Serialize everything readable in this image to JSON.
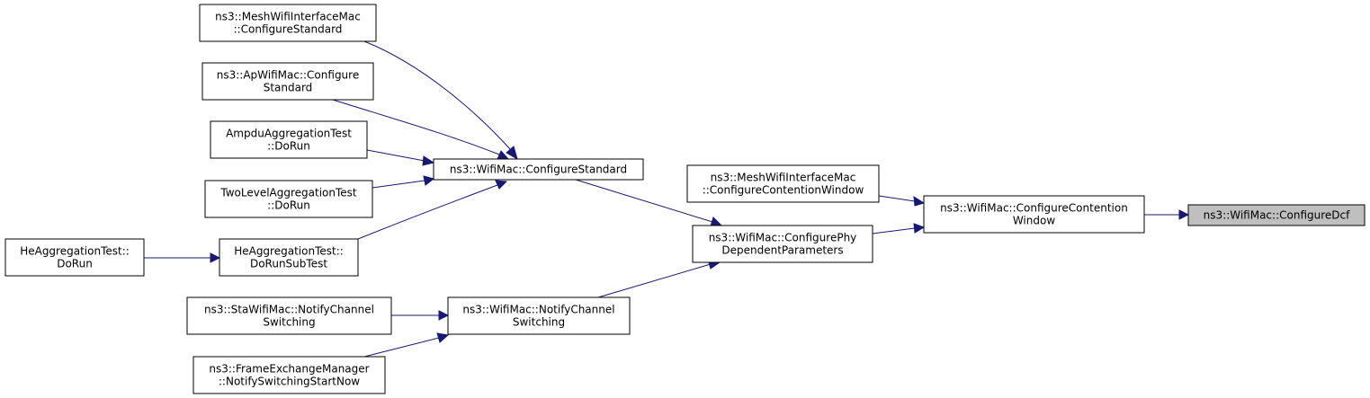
{
  "diagram": {
    "type": "call-graph",
    "colors": {
      "edge": "#191970",
      "node_border": "#000000",
      "node_fill": "#ffffff",
      "root_fill": "#bfbfbf"
    },
    "nodes": [
      {
        "id": "configure-dcf",
        "lines": [
          "ns3::WifiMac::ConfigureDcf"
        ],
        "root": true
      },
      {
        "id": "configure-contention-window",
        "lines": [
          "ns3::WifiMac::ConfigureContention",
          "Window"
        ]
      },
      {
        "id": "mesh-configure-contention-window",
        "lines": [
          "ns3::MeshWifiInterfaceMac",
          "::ConfigureContentionWindow"
        ]
      },
      {
        "id": "configure-phy-dependent-parameters",
        "lines": [
          "ns3::WifiMac::ConfigurePhy",
          "DependentParameters"
        ]
      },
      {
        "id": "configure-standard",
        "lines": [
          "ns3::WifiMac::ConfigureStandard"
        ]
      },
      {
        "id": "notify-channel-switching",
        "lines": [
          "ns3::WifiMac::NotifyChannel",
          "Switching"
        ]
      },
      {
        "id": "mesh-configure-standard",
        "lines": [
          "ns3::MeshWifiInterfaceMac",
          "::ConfigureStandard"
        ]
      },
      {
        "id": "ap-configure-standard",
        "lines": [
          "ns3::ApWifiMac::Configure",
          "Standard"
        ]
      },
      {
        "id": "ampdu-aggregation-test-dorun",
        "lines": [
          "AmpduAggregationTest",
          "::DoRun"
        ]
      },
      {
        "id": "two-level-aggregation-test-dorun",
        "lines": [
          "TwoLevelAggregationTest",
          "::DoRun"
        ]
      },
      {
        "id": "he-aggregation-test-dorunsubtest",
        "lines": [
          "HeAggregationTest::",
          "DoRunSubTest"
        ]
      },
      {
        "id": "he-aggregation-test-dorun",
        "lines": [
          "HeAggregationTest::",
          "DoRun"
        ]
      },
      {
        "id": "sta-notify-channel-switching",
        "lines": [
          "ns3::StaWifiMac::NotifyChannel",
          "Switching"
        ]
      },
      {
        "id": "frame-exchange-manager-notify-switching",
        "lines": [
          "ns3::FrameExchangeManager",
          "::NotifySwitchingStartNow"
        ]
      }
    ],
    "edges": [
      {
        "from": "configure-contention-window",
        "to": "configure-dcf"
      },
      {
        "from": "mesh-configure-contention-window",
        "to": "configure-contention-window"
      },
      {
        "from": "configure-phy-dependent-parameters",
        "to": "configure-contention-window"
      },
      {
        "from": "configure-standard",
        "to": "configure-phy-dependent-parameters"
      },
      {
        "from": "notify-channel-switching",
        "to": "configure-phy-dependent-parameters"
      },
      {
        "from": "mesh-configure-standard",
        "to": "configure-standard"
      },
      {
        "from": "ap-configure-standard",
        "to": "configure-standard"
      },
      {
        "from": "ampdu-aggregation-test-dorun",
        "to": "configure-standard"
      },
      {
        "from": "two-level-aggregation-test-dorun",
        "to": "configure-standard"
      },
      {
        "from": "he-aggregation-test-dorunsubtest",
        "to": "configure-standard"
      },
      {
        "from": "he-aggregation-test-dorun",
        "to": "he-aggregation-test-dorunsubtest"
      },
      {
        "from": "sta-notify-channel-switching",
        "to": "notify-channel-switching"
      },
      {
        "from": "frame-exchange-manager-notify-switching",
        "to": "notify-channel-switching"
      }
    ]
  }
}
